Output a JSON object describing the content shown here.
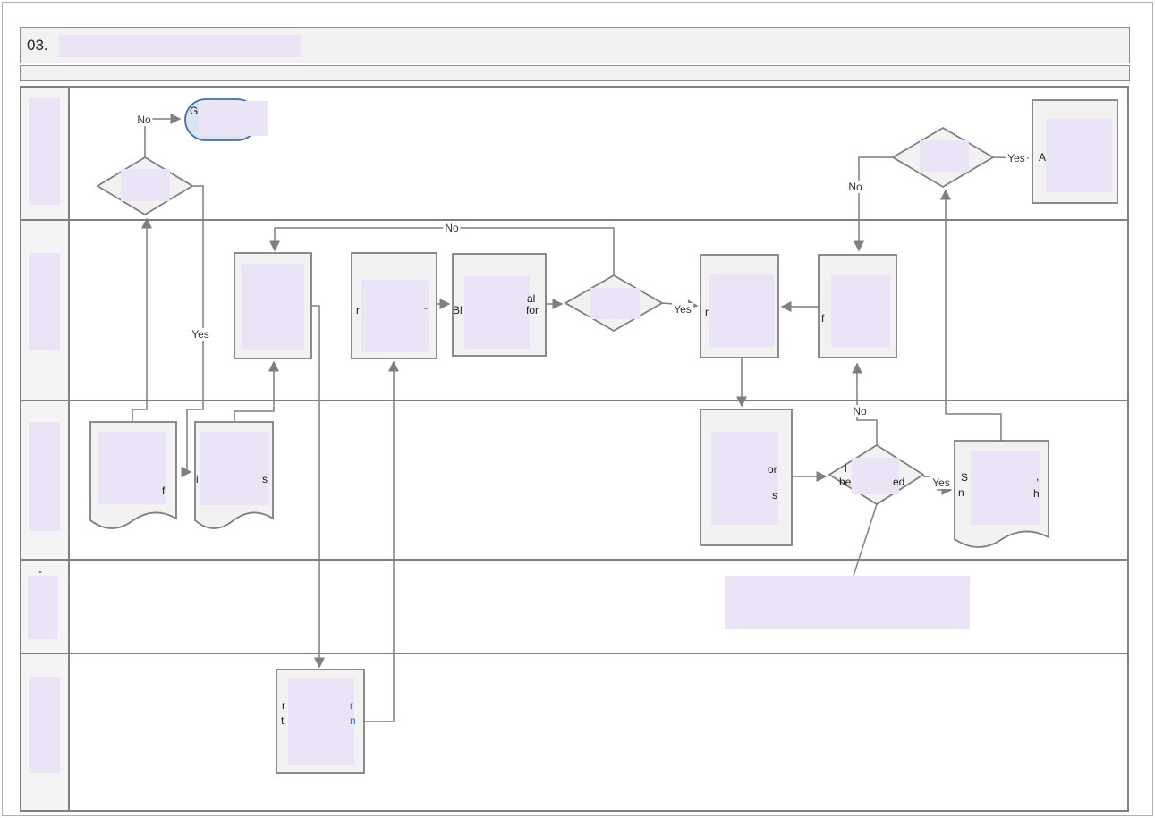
{
  "title": {
    "text": "03."
  },
  "diagram_type": "swimlane-flowchart",
  "swimlanes": [
    {
      "label_redacted": true
    },
    {
      "label_redacted": true
    },
    {
      "label_redacted": true
    },
    {
      "label_redacted": true
    },
    {
      "label_redacted": true
    }
  ],
  "edge_labels": [
    {
      "id": "decision1-no",
      "text": "No"
    },
    {
      "id": "decision1-yes",
      "text": "Yes"
    },
    {
      "id": "decision2-no",
      "text": "No"
    },
    {
      "id": "decision2-yes",
      "text": "Yes"
    },
    {
      "id": "decision3-no",
      "text": "No"
    },
    {
      "id": "decision3-yes",
      "text": "Yes"
    },
    {
      "id": "decision4-no",
      "text": "No"
    },
    {
      "id": "decision4-yes",
      "text": "Yes"
    }
  ],
  "fragments": [
    {
      "id": "terminator-g",
      "text": "G"
    },
    {
      "id": "boxA-a",
      "text": "A"
    },
    {
      "id": "box2-left",
      "text": "r"
    },
    {
      "id": "box2-right",
      "text": "-"
    },
    {
      "id": "box3-left",
      "text": "Bl"
    },
    {
      "id": "box3-right-1",
      "text": "al"
    },
    {
      "id": "box3-right-2",
      "text": "for"
    },
    {
      "id": "box4-left",
      "text": "r"
    },
    {
      "id": "box5-left",
      "text": "f"
    },
    {
      "id": "doc1-right",
      "text": "f"
    },
    {
      "id": "doc2-left",
      "text": "i"
    },
    {
      "id": "doc2-right",
      "text": "s"
    },
    {
      "id": "lane3box-right-1",
      "text": "or"
    },
    {
      "id": "lane3box-right-2",
      "text": "s"
    },
    {
      "id": "diamond3-top",
      "text": "l"
    },
    {
      "id": "diamond3-left",
      "text": "be"
    },
    {
      "id": "diamond3-right",
      "text": "ed"
    },
    {
      "id": "doc3-left-1",
      "text": "S"
    },
    {
      "id": "doc3-right-1",
      "text": ","
    },
    {
      "id": "doc3-left-2",
      "text": "n"
    },
    {
      "id": "doc3-right-2",
      "text": "h"
    },
    {
      "id": "lane5box-left-1",
      "text": "r"
    },
    {
      "id": "lane5box-left-2",
      "text": "t"
    },
    {
      "id": "lane5box-right-1",
      "text": "r",
      "color": "#2e74b5"
    },
    {
      "id": "lane5box-right-2",
      "text": "n",
      "color": "#2e74b5"
    },
    {
      "id": "lane4-header-mark",
      "text": "-"
    }
  ],
  "colors": {
    "redaction": "#ebe4f7",
    "band_fill": "#f2f2f2",
    "lane_header_fill": "#f4f4f4",
    "grid_border": "#808080",
    "shape_fill": "#f2f2f2",
    "shape_border": "#7f7f7f",
    "terminator_fill": "#dbe4f1",
    "terminator_border": "#41719c",
    "connector": "#7f7f7f",
    "label_text": "#333333",
    "link_blue": "#2e74b5"
  }
}
